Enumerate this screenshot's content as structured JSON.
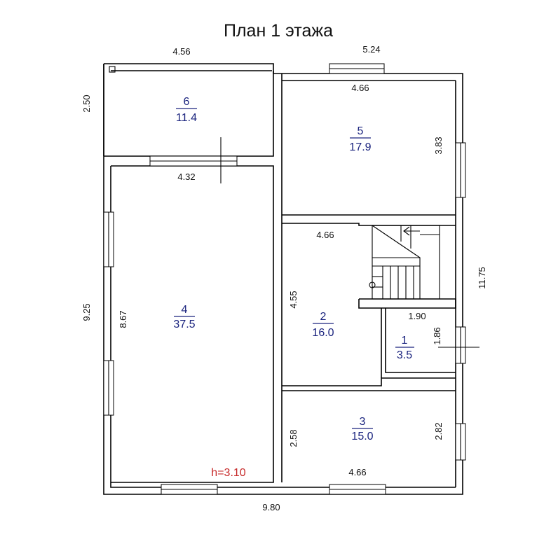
{
  "title": "План 1 этажа",
  "height_label": "h=3.10",
  "dimensions": {
    "top_left": "4.56",
    "top_right": "5.24",
    "bottom": "9.80",
    "left_top": "2.50",
    "left_bottom": "9.25",
    "right": "11.75",
    "room6_bottom": "4.32",
    "room5_top": "4.66",
    "room5_right": "3.83",
    "room2_top": "4.66",
    "room4_left": "8.67",
    "room2_left": "4.55",
    "room1_top": "1.90",
    "room1_right": "1.86",
    "room3_left": "2.58",
    "room3_right": "2.82",
    "room3_bottom": "4.66"
  },
  "rooms": [
    {
      "number": "1",
      "area": "3.5"
    },
    {
      "number": "2",
      "area": "16.0"
    },
    {
      "number": "3",
      "area": "15.0"
    },
    {
      "number": "4",
      "area": "37.5"
    },
    {
      "number": "5",
      "area": "17.9"
    },
    {
      "number": "6",
      "area": "11.4"
    }
  ]
}
